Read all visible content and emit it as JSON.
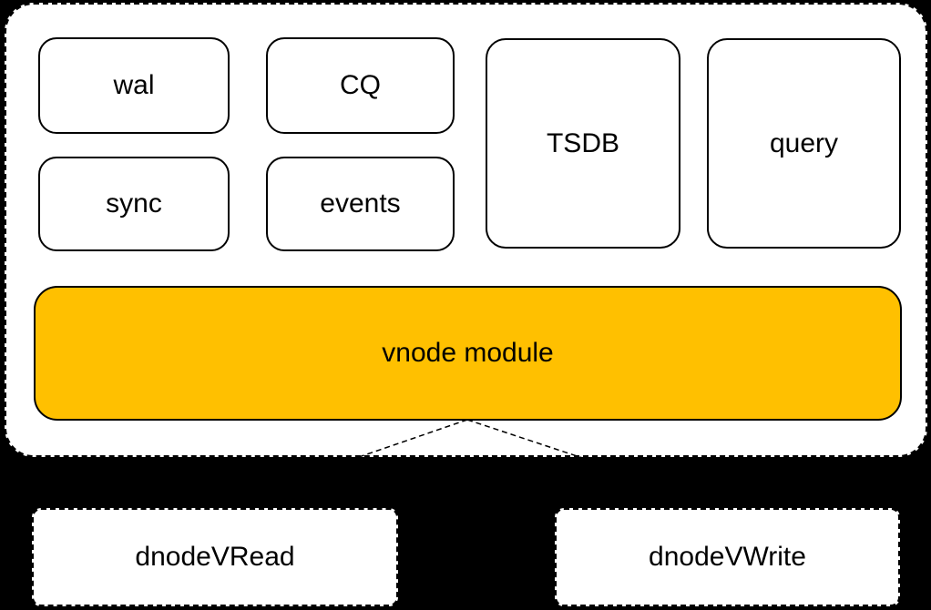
{
  "colors": {
    "background": "#000000",
    "surface": "#ffffff",
    "accent_gold": "#ffc000",
    "line": "#000000"
  },
  "vnode_group": {
    "submodules": [
      {
        "id": "wal",
        "label": "wal"
      },
      {
        "id": "cq",
        "label": "CQ"
      },
      {
        "id": "sync",
        "label": "sync"
      },
      {
        "id": "events",
        "label": "events"
      },
      {
        "id": "tsdb",
        "label": "TSDB"
      },
      {
        "id": "query",
        "label": "query"
      }
    ],
    "main_module": {
      "label": "vnode module"
    }
  },
  "dnode_interfaces": [
    {
      "id": "dnode-vread",
      "label": "dnodeVRead"
    },
    {
      "id": "dnode-vwrite",
      "label": "dnodeVWrite"
    }
  ]
}
